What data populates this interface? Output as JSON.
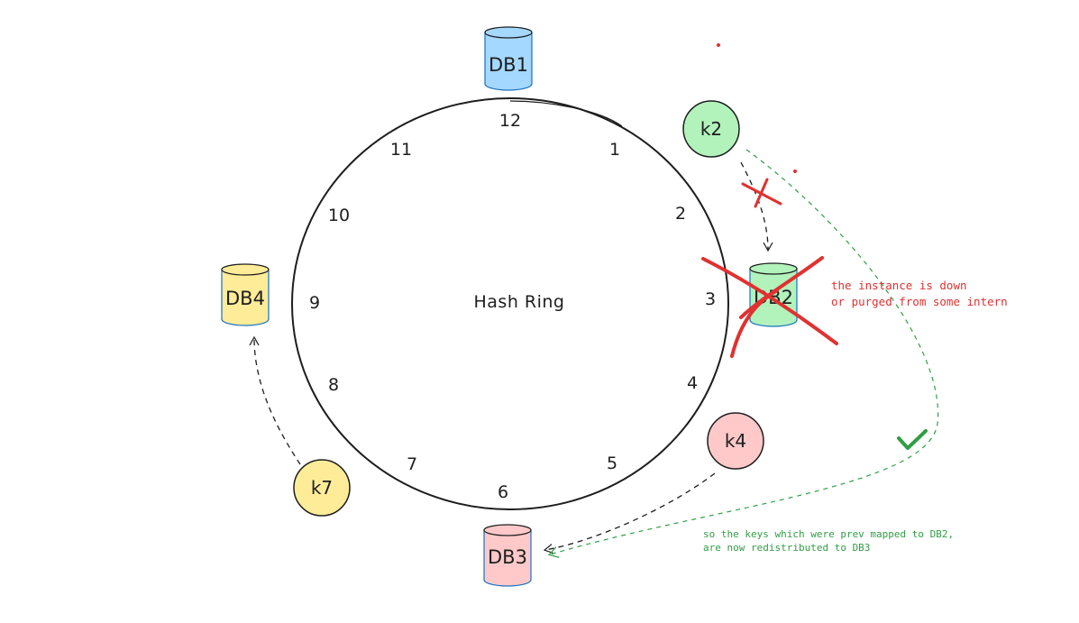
{
  "ring": {
    "center_label": "Hash Ring",
    "positions": [
      "12",
      "1",
      "2",
      "3",
      "4",
      "5",
      "6",
      "7",
      "8",
      "9",
      "10",
      "11"
    ]
  },
  "databases": {
    "db1": {
      "label": "DB1",
      "color": "#a5d8ff"
    },
    "db2": {
      "label": "DB2",
      "color": "#b2f2bb"
    },
    "db3": {
      "label": "DB3",
      "color": "#ffc9c9"
    },
    "db4": {
      "label": "DB4",
      "color": "#ffec99"
    }
  },
  "keys": {
    "k2": {
      "label": "k2",
      "color": "#b2f2bb"
    },
    "k4": {
      "label": "k4",
      "color": "#ffc9c9"
    },
    "k7": {
      "label": "k7",
      "color": "#ffec99"
    }
  },
  "notes": {
    "down_line1": "the instance is down",
    "down_line2": "or purged from some intern",
    "redistribute_line1": "so the keys which were prev mapped to DB2,",
    "redistribute_line2": "are now redistributed to DB3"
  },
  "colors": {
    "stroke": "#1e1e1e",
    "red": "#e03131",
    "green": "#2f9e44",
    "db_edge": "#1971c2"
  }
}
